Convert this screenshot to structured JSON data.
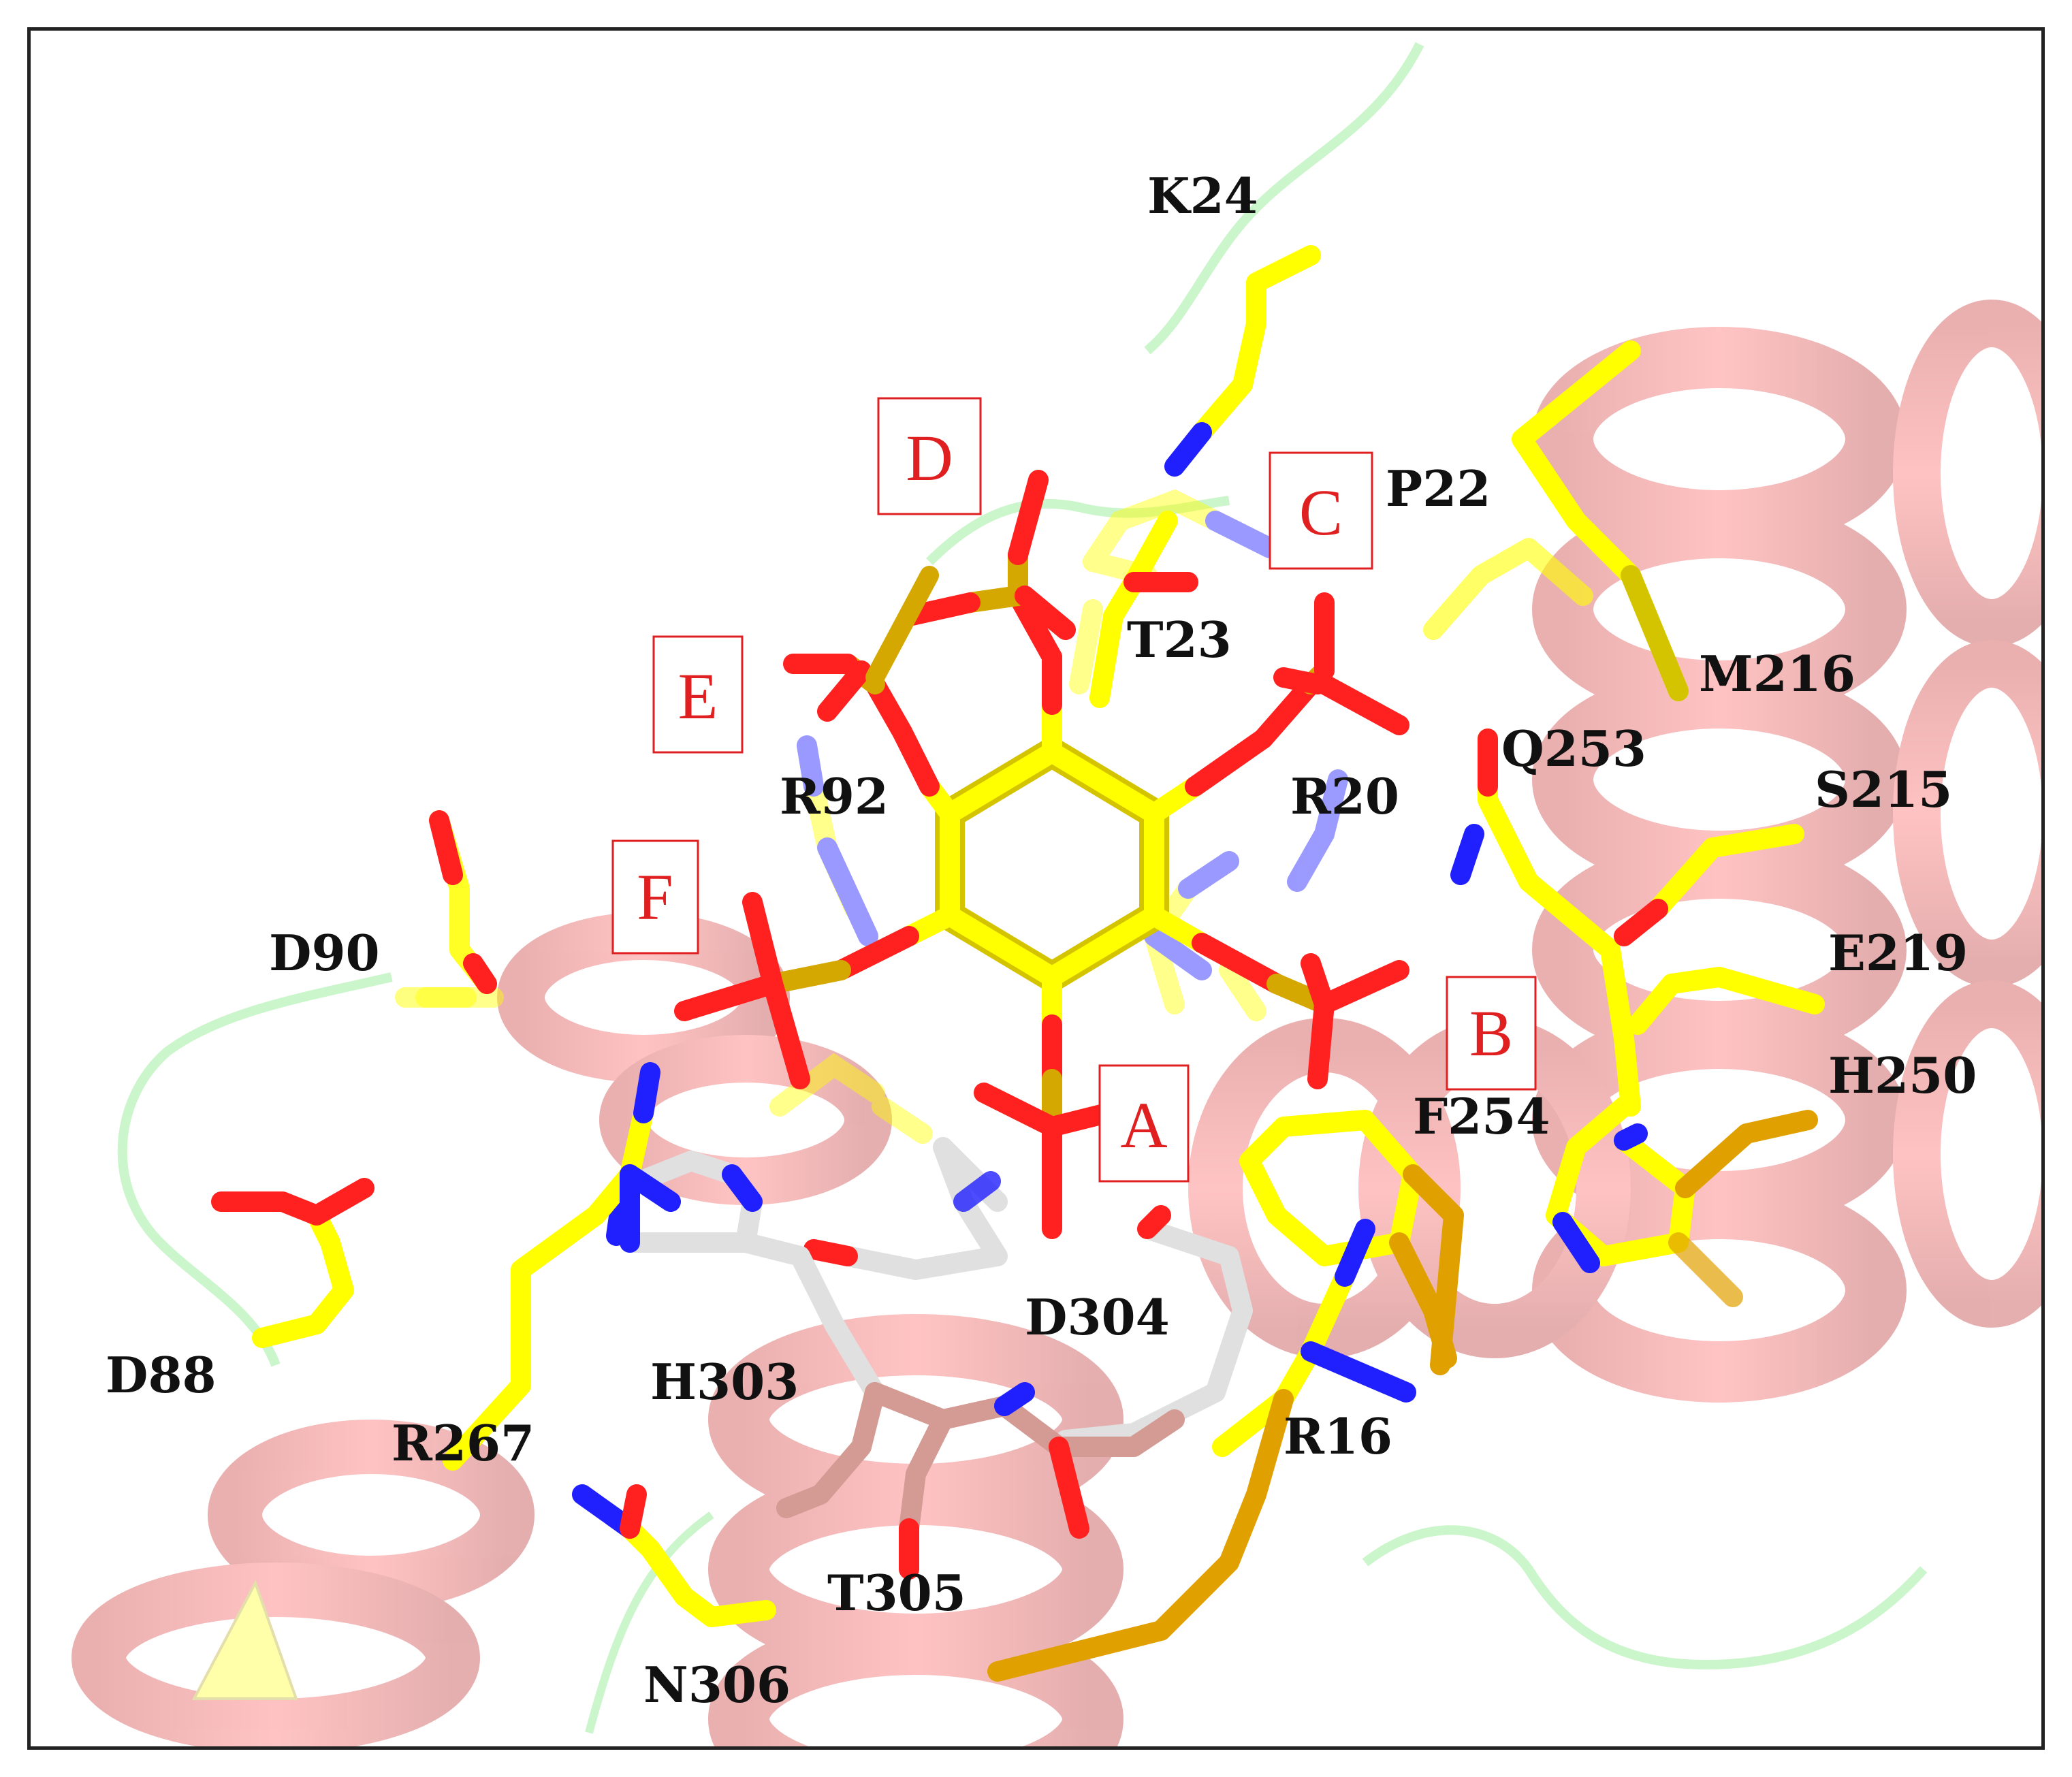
{
  "figure": {
    "residue_labels": [
      "K24",
      "P22",
      "M216",
      "T23",
      "Q253",
      "S215",
      "R20",
      "R92",
      "D90",
      "E219",
      "H250",
      "F254",
      "D304",
      "D88",
      "H303",
      "R267",
      "R16",
      "T305",
      "N306"
    ],
    "site_labels": [
      "A",
      "B",
      "C",
      "D",
      "E",
      "F"
    ]
  },
  "colors": {
    "carbon_ligand": "#ffff00",
    "carbon_dark": "#d4c400",
    "oxygen": "#ff2020",
    "nitrogen": "#2020ff",
    "carbon_white": "#e0e0e0",
    "carbon_pink": "#d49a94",
    "carbon_orange": "#e0a000",
    "helix": "#dd1818",
    "loop": "#60e060",
    "label_text": "#111111",
    "site_label": "#e02020"
  }
}
